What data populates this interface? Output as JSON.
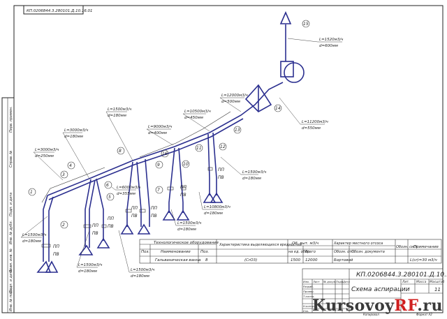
{
  "stamp": {
    "top_left": "КП.0206844.3.280101.Д.10.16.01"
  },
  "left_strip": [
    "Перв. примен.",
    "Справ. №",
    "Подп. и дата",
    "Инв. № дубл.",
    "Взам. инв. №",
    "Подп. и дата",
    "Инв. № подл."
  ],
  "markers": [
    "1",
    "2",
    "3",
    "4",
    "5",
    "6",
    "7",
    "8",
    "9",
    "10",
    "11",
    "12",
    "13",
    "14",
    "15",
    "16"
  ],
  "flow_labels": [
    {
      "q": "L=1520м3/ч",
      "d": "d=600мм"
    },
    {
      "q": "L=11200м3/ч",
      "d": "d=550мм"
    },
    {
      "q": "L=12000м3/ч",
      "d": "d=500мм"
    },
    {
      "q": "L=10500м3/ч",
      "d": "d=450мм"
    },
    {
      "q": "L=9000м3/ч",
      "d": "d=400мм"
    },
    {
      "q": "L=1500м3/ч",
      "d": "d=180мм"
    },
    {
      "q": "L=3000м3/ч",
      "d": "d=180мм"
    },
    {
      "q": "L=3000м3/ч",
      "d": "d=250мм"
    },
    {
      "q": "L=6000м3/ч",
      "d": "d=355мм"
    },
    {
      "q": "L=1500м3/ч",
      "d": "d=180мм"
    },
    {
      "q": "L=10800м3/ч",
      "d": "d=180мм"
    },
    {
      "q": "L=1500м3/ч",
      "d": "d=180мм"
    },
    {
      "q": "L=1500м3/ч",
      "d": "d=180мм"
    },
    {
      "q": "L=1500м3/ч",
      "d": "d=180мм"
    },
    {
      "q": "L=1500м3/ч",
      "d": "d=180мм"
    }
  ],
  "pp_label": "ПП",
  "pv_label": "ПВ",
  "table": {
    "h_equipment": "Технологическое оборудование",
    "h_pos": "Поз.",
    "h_name": "Наименование",
    "h_pos2": "Поз.",
    "h_char": "Характеристика выделяющихся вредностей",
    "h_ov": "Об. выт. м3/ч",
    "h_ov_one": "на ед. обор.",
    "h_ov_all": "Всего",
    "h_local": "Характер местного отсоса",
    "h_local_type": "Обозн. отс.",
    "h_local_doc": "Обозн. документа",
    "h_sys": "Обозн. сист.",
    "h_note": "Примечание",
    "row_pos": "",
    "row_name": "Гальваническая ванна",
    "row_pos2": "8",
    "row_char": "(CrO3)",
    "row_one": "1500",
    "row_all": "12000",
    "row_type": "Бортовой",
    "row_doc": "",
    "row_sys": "",
    "row_note": "L(cr)=30 м3/ч"
  },
  "title_block": {
    "code": "КП.0206844.3.280101.Д.10.16.01",
    "title": "Схема аспирации",
    "lit": "Лит.",
    "mass": "Масса",
    "scale": "Масштаб",
    "sheet_no": "11",
    "c1": "Изм.",
    "c2": "Лист",
    "c3": "№ докум.",
    "c4": "Подп.",
    "c5": "Дата",
    "r1": "Разраб.",
    "r2": "Провер.",
    "r3": "Т.контр.",
    "r4": "Н.контр.",
    "r5": "Утв.",
    "copied": "Копировал",
    "format": "Формат А2"
  },
  "watermark": {
    "a": "Kursovoy",
    "b": "RF",
    "c": ".ru"
  }
}
